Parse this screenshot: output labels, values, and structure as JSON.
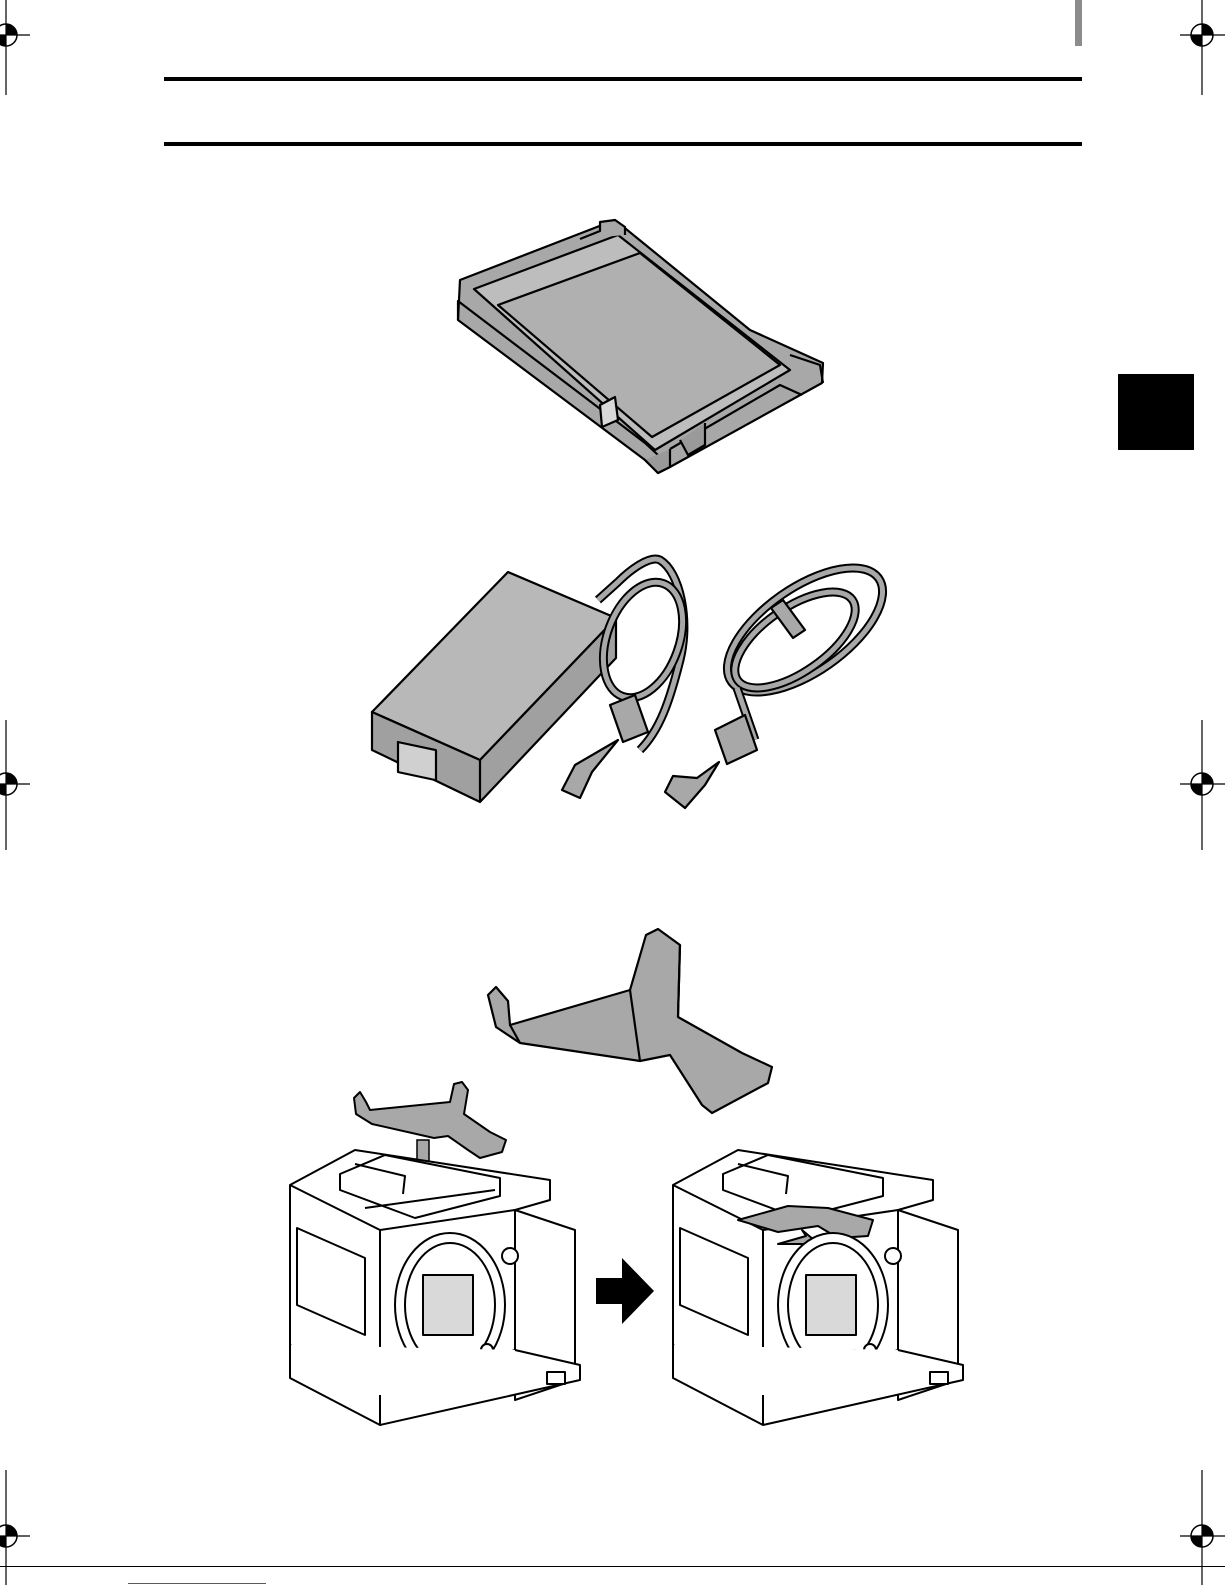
{
  "page": {
    "background": "#ffffff",
    "ink": "#000000",
    "shade": "#a8a8a8",
    "shade_light": "#d9d9d9",
    "chapter_tab_color": "#000000"
  },
  "icons": [
    "registration-mark-icon",
    "paper-tray-illustration",
    "ac-adapter-illustration",
    "power-cord-illustration",
    "paper-guide-illustration",
    "printer-illustration",
    "insert-arrow-icon",
    "right-arrow-icon"
  ]
}
